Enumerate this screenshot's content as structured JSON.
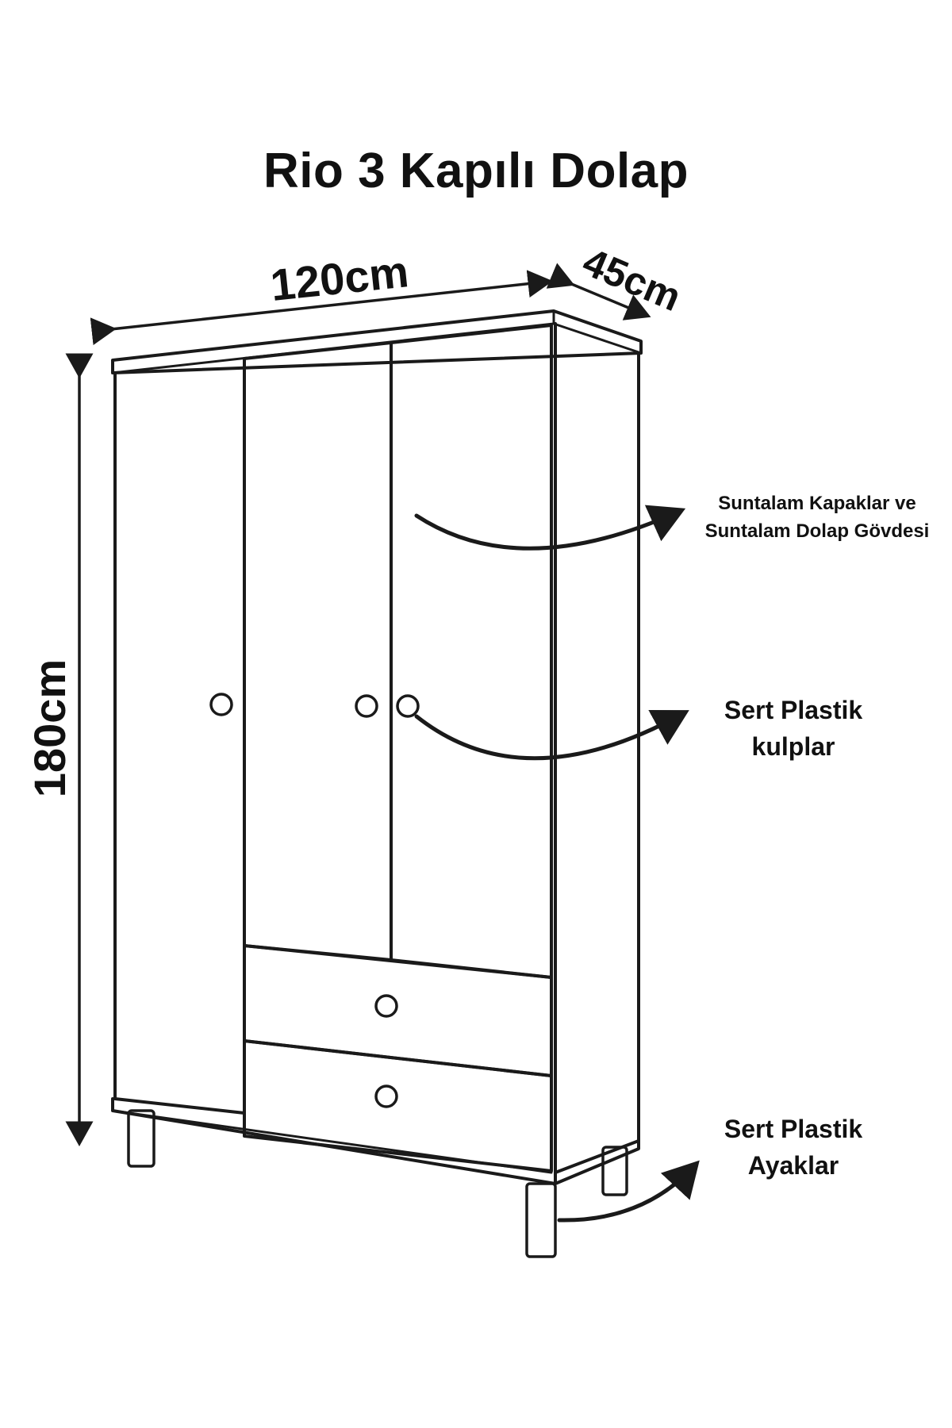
{
  "title": "Rio 3 Kapılı Dolap",
  "dimensions": {
    "width": "120cm",
    "depth": "45cm",
    "height": "180cm"
  },
  "callouts": {
    "material": {
      "line1": "Suntalam Kapaklar ve",
      "line2": "Suntalam Dolap Gövdesi"
    },
    "handles": {
      "line1": "Sert Plastik",
      "line2": "kulplar"
    },
    "legs": {
      "line1": "Sert Plastik",
      "line2": "Ayaklar"
    }
  }
}
